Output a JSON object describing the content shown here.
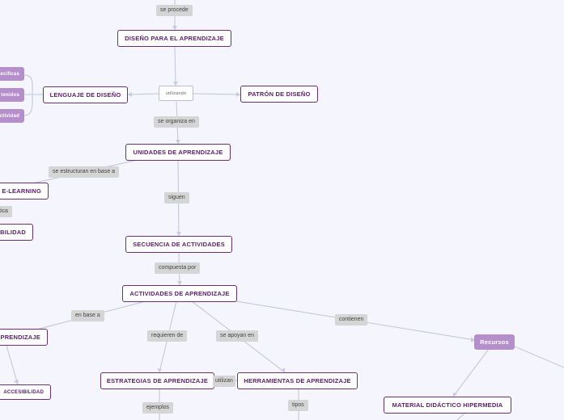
{
  "nodes": {
    "diseno": "DISEÑO PARA EL APRENDIZAJE",
    "utilizando": "utilizando",
    "lenguaje": "LENGUAJE DE DISEÑO",
    "patron": "PATRÓN DE DISEÑO",
    "unidades": "UNIDADES DE APRENDIZAJE",
    "elearning": "E-LEARNING",
    "bilidad": "BILIDAD",
    "secuencia": "SECUENCIA DE ACTIVIDADES",
    "actividades": "ACTIVIDADES DE APRENDIZAJE",
    "aprendizaje_left": "APRENDIZAJE",
    "accesibilidad": "ACCESIBILIDAD",
    "estrategias": "ESTRATEGIAS DE APRENDIZAJE",
    "herramientas": "HERRAMIENTAS DE APRENDIZAJE",
    "recursos": "Recursos",
    "material": "MATERIAL DIDÁCTICO HIPERMEDIA",
    "left_top": "ecificas",
    "left_mid": "tenidos",
    "left_bot": "ctividad"
  },
  "links": {
    "se_procede": "se procede",
    "se_organiza_en": "se organiza en",
    "se_estructuran": "se estructuran en base a",
    "tica": "tica",
    "siguen": "siguen",
    "compuesta_por": "compuesta por",
    "en_base_a": "en base a",
    "requieren_de": "requieren de",
    "se_apoyan_en": "se apoyan en",
    "contienen": "contienen",
    "utilizan": "utilizan",
    "ejemplos": "ejemplos",
    "tipos": "tipos"
  },
  "colors": {
    "background": "#f5f6fd",
    "node_border": "#6a2f78",
    "node_text": "#5b1f6b",
    "filled_node": "#b48fcb",
    "connector": "#c8cbdc",
    "link_label_bg": "#d5d5d5"
  }
}
